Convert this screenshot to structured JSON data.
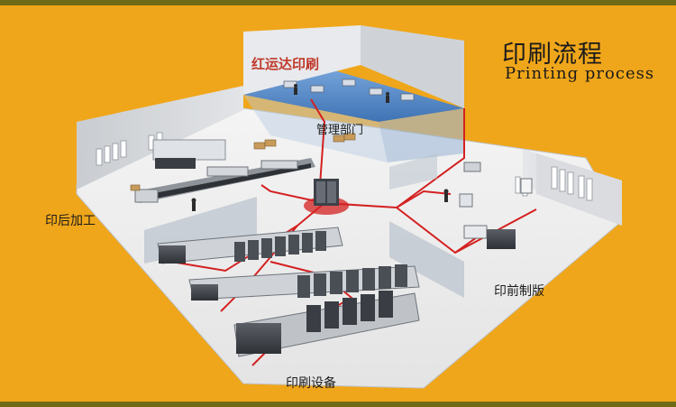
{
  "header": {
    "title_cn": "印刷流程",
    "title_en": "Printing process"
  },
  "labels": {
    "brand": "红运达印刷",
    "management": "管理部门",
    "post_press": "印后加工",
    "pre_press": "印前制版",
    "printing_equipment": "印刷设备"
  },
  "colors": {
    "background": "#f0a61a",
    "band": "#6e6a16",
    "floor": "#eeeeee",
    "wall": "#d7d9dc",
    "management_floor": "#5a8ec9",
    "flow_line": "#d42020",
    "brand_text": "#c0392b"
  },
  "icons": [
    "server-rack-icon",
    "printing-press-icon",
    "plate-maker-icon",
    "worker-icon"
  ]
}
